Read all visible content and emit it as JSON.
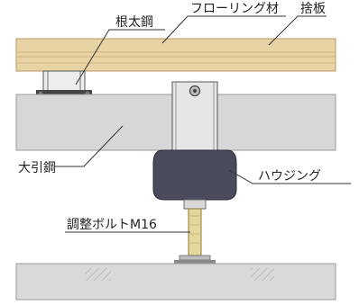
{
  "labels": {
    "neda_kou": "根太鋼",
    "flooring": "フローリング材",
    "sute_ita": "捨板",
    "obiki_kou": "大引鋼",
    "housing": "ハウジング",
    "bolt": "調整ボルトM16"
  },
  "colors": {
    "wood": "#e8d3a5",
    "wood_grain": "#c9b07a",
    "concrete": "#d7d7d7",
    "housing": "#4a4b5c",
    "bracket": "#e6e6e6",
    "bolt": "#e3d79b",
    "line": "#333333"
  }
}
